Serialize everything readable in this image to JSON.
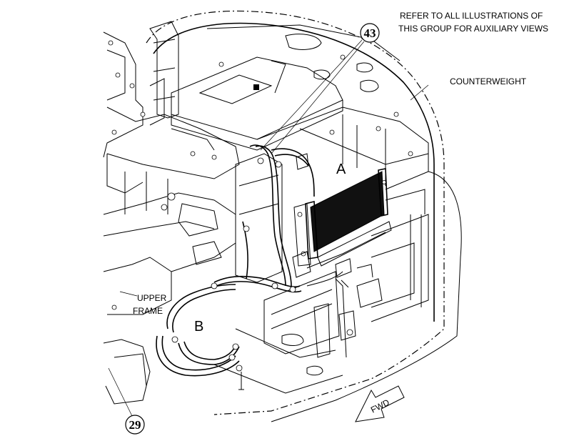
{
  "notes": {
    "refer_line1": "REFER TO ALL ILLUSTRATIONS OF",
    "refer_line2": "THIS GROUP FOR AUXILIARY VIEWS"
  },
  "labels": {
    "counterweight": "COUNTERWEIGHT",
    "upper_frame_line1": "UPPER",
    "upper_frame_line2": "FRAME",
    "view_a": "A",
    "view_b": "B",
    "fwd": "FWD"
  },
  "callouts": {
    "c43": "43",
    "c29": "29"
  }
}
